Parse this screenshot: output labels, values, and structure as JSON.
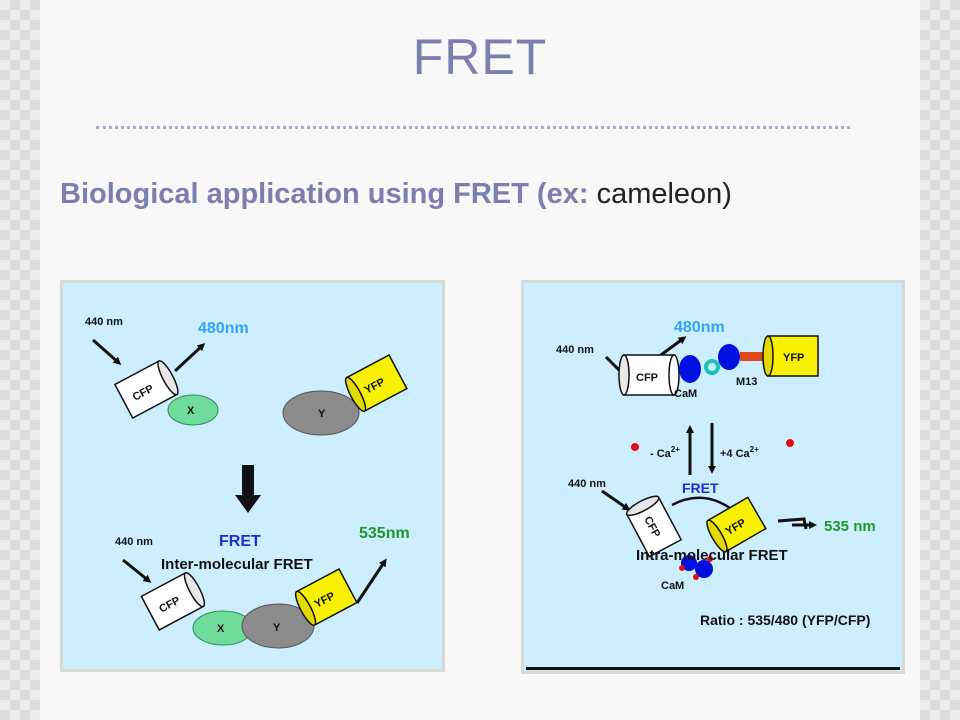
{
  "title": "FRET",
  "subtitle": {
    "main": "Biological application using FRET (ex:",
    "example": "cameleon)"
  },
  "left_panel": {
    "excitation_top": "440 nm",
    "emission_top": "480nm",
    "donor": "CFP",
    "acceptor": "YFP",
    "protein_x": "X",
    "protein_y": "Y",
    "fret": "FRET",
    "emission_bottom": "535nm",
    "excitation_bottom": "440 nm",
    "caption": "Inter-molecular FRET"
  },
  "right_panel": {
    "excitation_top": "440 nm",
    "emission_top": "480nm",
    "donor": "CFP",
    "acceptor": "YFP",
    "cam": "CaM",
    "m13": "M13",
    "minus_ca": "- Ca",
    "plus_ca": "+4 Ca",
    "ca_charge": "2+",
    "excitation_bottom": "440 nm",
    "fret": "FRET",
    "emission_bottom": "535 nm",
    "cam_bottom": "CaM",
    "caption": "Intra-molecular FRET",
    "ratio": "Ratio : 535/480 (YFP/CFP)"
  },
  "colors": {
    "title": "#7b7fb0",
    "panel_bg": "#cdeeff",
    "fret_blue": "#1a2fd6",
    "emission_green": "#1f9a2a",
    "cyan_text": "#33a3ff",
    "yfp_yellow": "#f7f000",
    "cam_blue": "#0010e0"
  }
}
